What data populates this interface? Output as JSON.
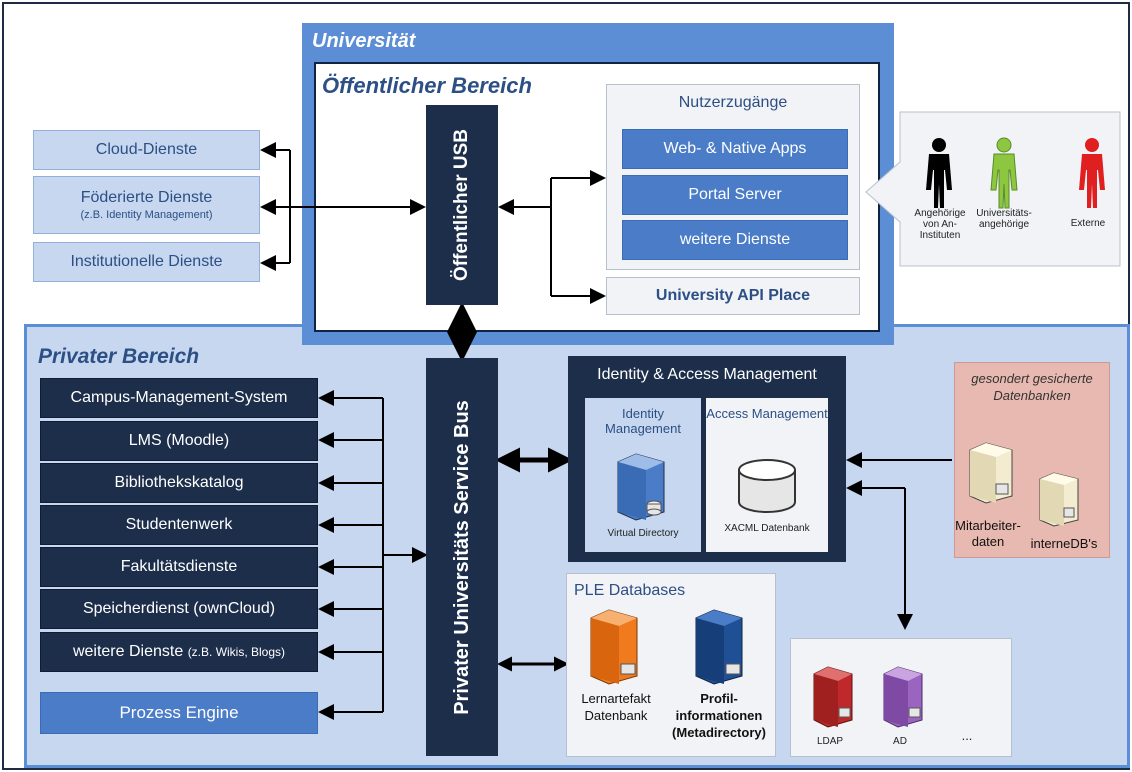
{
  "university": {
    "title": "Universität",
    "public_area": {
      "title": "Öffentlicher Bereich",
      "bus_label": "Öffentlicher USB",
      "user_access": {
        "title": "Nutzerzugänge",
        "items": [
          "Web- & Native Apps",
          "Portal Server",
          "weitere Dienste"
        ]
      },
      "api_place": "University API Place"
    }
  },
  "external_services": {
    "cloud": "Cloud-Dienste",
    "federated": "Föderierte Dienste",
    "federated_sub": "(z.B. Identity Management)",
    "institutional": "Institutionelle Dienste"
  },
  "users": [
    {
      "label": "Angehörige von An-Instituten",
      "color": "#000000"
    },
    {
      "label": "Universitäts-angehörige",
      "color": "#8dc63f"
    },
    {
      "label": "Externe",
      "color": "#e02020"
    }
  ],
  "private_area": {
    "title": "Privater Bereich",
    "bus_label": "Privater Universitäts Service Bus",
    "services": [
      "Campus-Management-System",
      "LMS (Moodle)",
      "Bibliothekskatalog",
      "Studentenwerk",
      "Fakultätsdienste",
      "Speicherdienst (ownCloud)"
    ],
    "more_services": "weitere Dienste",
    "more_services_sub": "(z.B. Wikis, Blogs)",
    "process_engine": "Prozess Engine",
    "iam": {
      "title": "Identity & Access Management",
      "identity": {
        "title": "Identity Management",
        "icon_label": "Virtual Directory"
      },
      "access": {
        "title": "Access Management",
        "icon_label": "XACML Datenbank"
      }
    },
    "secured_db": {
      "title": "gesondert gesicherte Datenbanken",
      "items": [
        "Mitarbeiter-daten",
        "interneDB's"
      ]
    },
    "ple": {
      "title": "PLE Databases",
      "items": [
        "Lernartefakt Datenbank",
        "Profil-informationen (Metadirectory)"
      ]
    },
    "directories": {
      "items": [
        "LDAP",
        "AD",
        "..."
      ]
    }
  }
}
